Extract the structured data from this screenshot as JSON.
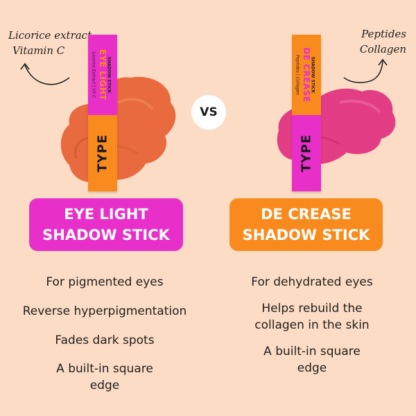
{
  "colors": {
    "background": "#fcdcc4",
    "pink": "#e82fc9",
    "orange": "#f98b1e",
    "orange_swatch": "#e86a3e",
    "pink_swatch": "#e33d86"
  },
  "left_product": {
    "annotation_line1": "Licorice extract",
    "annotation_line2": "Vitamin C",
    "stick_main": "EYE LIGHT",
    "stick_sub": "SHADOW STICK",
    "stick_side": "Licorice Extract | Vit C",
    "stick_type": "TYPE",
    "name_line1": "EYE LIGHT",
    "name_line2": "SHADOW STICK",
    "features": [
      "For pigmented eyes",
      "Reverse hyperpigmentation",
      "Fades dark spots",
      "A built-in square edge"
    ]
  },
  "vs_label": "VS",
  "right_product": {
    "annotation_line1": "Peptides",
    "annotation_line2": "Collagen",
    "stick_main": "DE CREASE",
    "stick_sub": "SHADOW STICK",
    "stick_side": "Peptides | Collagen",
    "stick_type": "TYPE",
    "name_line1": "DE CREASE",
    "name_line2": "SHADOW STICK",
    "features": [
      "For dehydrated eyes",
      "Helps rebuild the collagen in the skin",
      "A built-in square edge"
    ]
  }
}
